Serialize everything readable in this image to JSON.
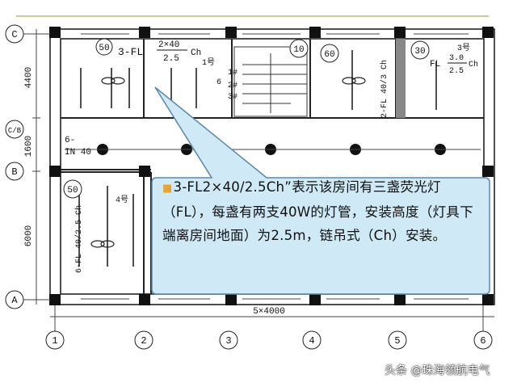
{
  "grid_labels": {
    "rows": [
      "C",
      "C/B",
      "B",
      "A"
    ],
    "cols": [
      "1",
      "2",
      "3",
      "4",
      "5",
      "6"
    ]
  },
  "dimensions": {
    "row_spans": [
      "4400",
      "1600",
      "6000"
    ],
    "total_width": "5×4000"
  },
  "room_labels": {
    "room1_area": "50",
    "room1_spec_prefix": "3-FL",
    "room1_spec_num": "2×40",
    "room1_spec_den": "2.5",
    "room1_spec_suffix": "Ch",
    "room1_lamp_no": "1号",
    "stair_area": "10",
    "stair_marks": [
      "6",
      "1#",
      "2#",
      "3#"
    ],
    "room4_area": "60",
    "room4_spec": "2-FL 40/3 Ch",
    "room5_area": "30",
    "room5_lamp_no": "3号",
    "room5_spec_prefix": "FL",
    "room5_spec_num": "3.0",
    "room5_spec_den": "2.5",
    "room5_spec_suffix": "Ch",
    "corridor_spec": "6-",
    "corridor_spec2": "IN 40",
    "room2_area": "50",
    "room2_lamp_no": "4号",
    "room2_spec": "6-FL 40/2.5 Ch"
  },
  "callout": {
    "text": "3-FL2×40/2.5Ch”表示该房间有三盏荧光灯（FL），每盏有两支40W的灯管，安装高度（灯具下端离房间地面）为2.5m，链吊式（Ch）安装。"
  },
  "watermark": "头条 @珠海领航电气",
  "colors": {
    "wall": "#1a1a1a",
    "callout_fill": "#cfe9f7",
    "callout_border": "#5b88a8",
    "bullet": "#e8a23a"
  }
}
